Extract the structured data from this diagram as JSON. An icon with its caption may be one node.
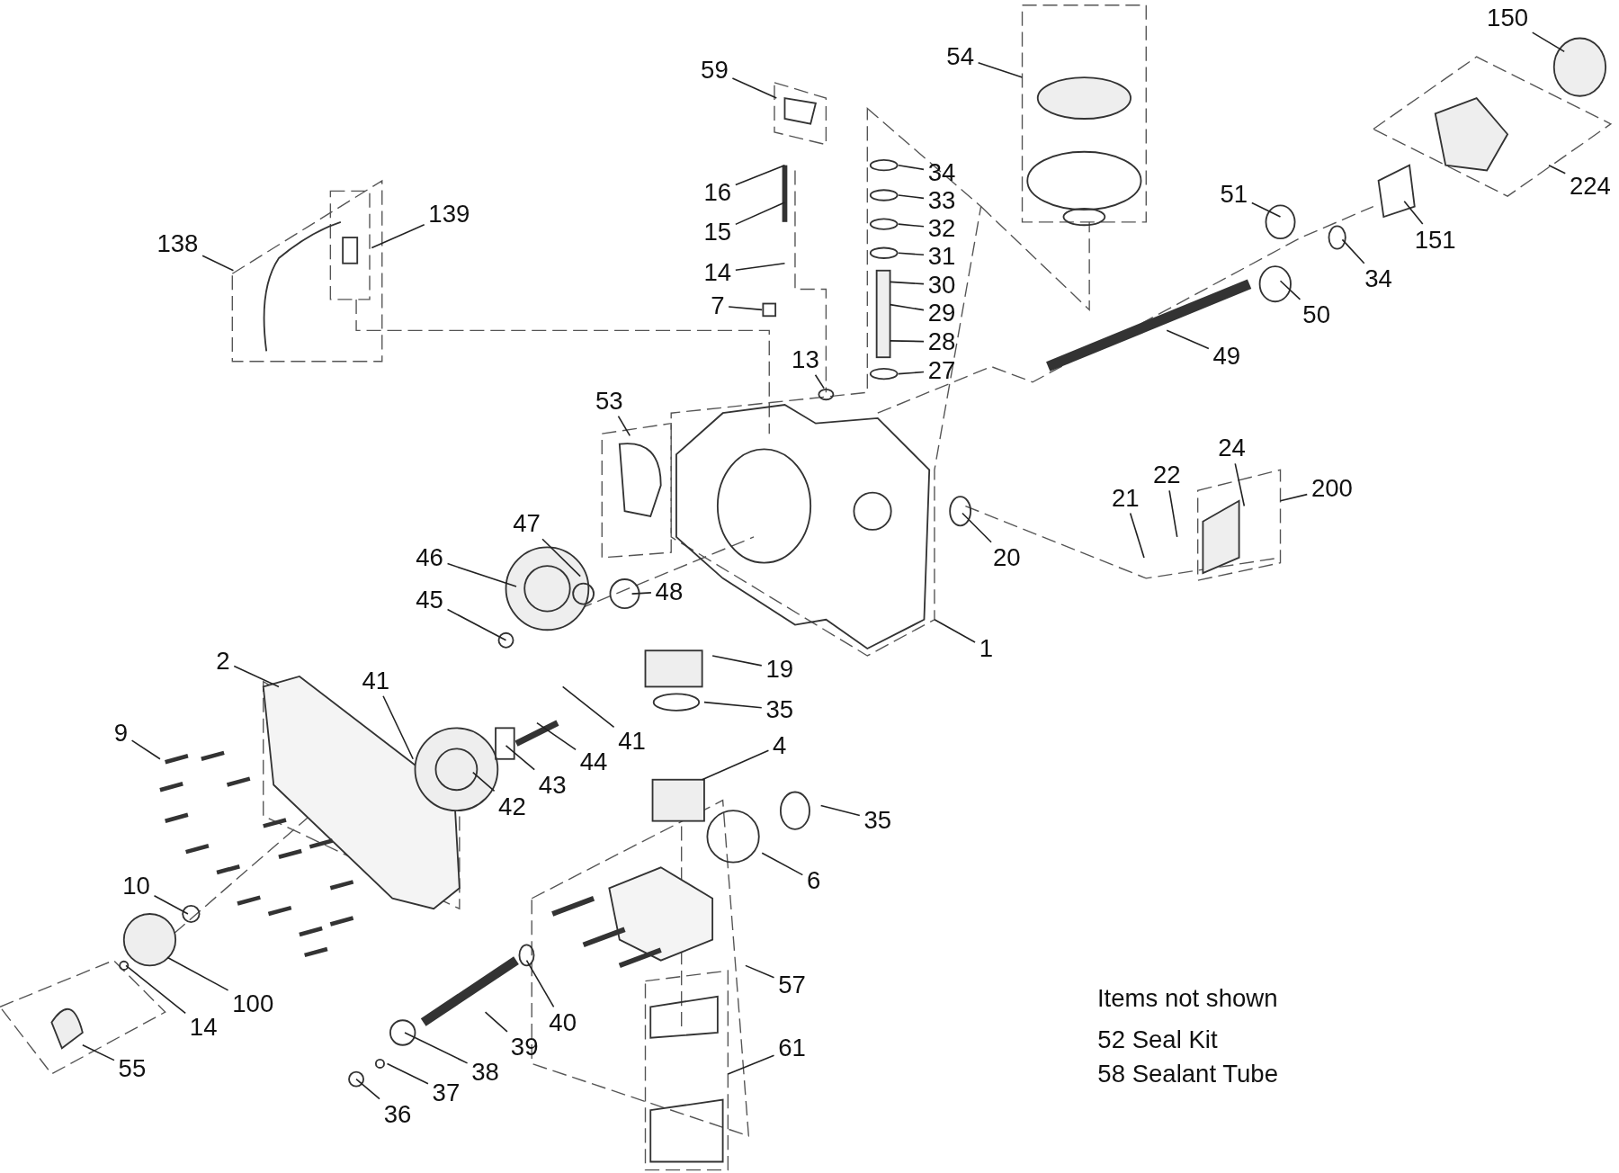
{
  "diagram": {
    "nodes": [
      {
        "text": [
          "150"
        ]
      },
      {
        "text": [
          "54"
        ]
      },
      {
        "text": [
          "59"
        ]
      },
      {
        "text": [
          "224"
        ]
      },
      {
        "text": [
          "139"
        ]
      },
      {
        "text": [
          "138"
        ]
      },
      {
        "text": [
          "34"
        ]
      },
      {
        "text": [
          "33"
        ]
      },
      {
        "text": [
          "32"
        ]
      },
      {
        "text": [
          "31"
        ]
      },
      {
        "text": [
          "30"
        ]
      },
      {
        "text": [
          "29"
        ]
      },
      {
        "text": [
          "28"
        ]
      },
      {
        "text": [
          "27"
        ]
      },
      {
        "text": [
          "16"
        ]
      },
      {
        "text": [
          "15"
        ]
      },
      {
        "text": [
          "14"
        ]
      },
      {
        "text": [
          "7"
        ]
      },
      {
        "text": [
          "13"
        ]
      },
      {
        "text": [
          "51"
        ]
      },
      {
        "text": [
          "151"
        ]
      },
      {
        "text": [
          "34"
        ]
      },
      {
        "text": [
          "50"
        ]
      },
      {
        "text": [
          "49"
        ]
      },
      {
        "text": [
          "53"
        ]
      },
      {
        "text": [
          "24"
        ]
      },
      {
        "text": [
          "22"
        ]
      },
      {
        "text": [
          "21"
        ]
      },
      {
        "text": [
          "200"
        ]
      },
      {
        "text": [
          "20"
        ]
      },
      {
        "text": [
          "47"
        ]
      },
      {
        "text": [
          "46"
        ]
      },
      {
        "text": [
          "48"
        ]
      },
      {
        "text": [
          "45"
        ]
      },
      {
        "text": [
          "1"
        ]
      },
      {
        "text": [
          "2"
        ]
      },
      {
        "text": [
          "41"
        ]
      },
      {
        "text": [
          "19"
        ]
      },
      {
        "text": [
          "41"
        ]
      },
      {
        "text": [
          "35"
        ]
      },
      {
        "text": [
          "9"
        ]
      },
      {
        "text": [
          "4"
        ]
      },
      {
        "text": [
          "44"
        ]
      },
      {
        "text": [
          "43"
        ]
      },
      {
        "text": [
          "42"
        ]
      },
      {
        "text": [
          "35"
        ]
      },
      {
        "text": [
          "6"
        ]
      },
      {
        "text": [
          "10"
        ]
      },
      {
        "text": [
          "57"
        ]
      },
      {
        "text": [
          "100"
        ]
      },
      {
        "text": [
          "14"
        ]
      },
      {
        "text": [
          "40"
        ]
      },
      {
        "text": [
          "61"
        ]
      },
      {
        "text": [
          "39"
        ]
      },
      {
        "text": [
          "55"
        ]
      },
      {
        "text": [
          "38"
        ]
      },
      {
        "text": [
          "37"
        ]
      },
      {
        "text": [
          "36"
        ]
      }
    ],
    "edges": [
      {
        "from": 0,
        "to": null,
        "arrow": "none"
      },
      {
        "from": 1,
        "to": null,
        "arrow": "none"
      },
      {
        "from": 2,
        "to": null,
        "arrow": "none"
      },
      {
        "from": 3,
        "to": null,
        "arrow": "none"
      },
      {
        "from": 4,
        "to": null,
        "arrow": "none"
      },
      {
        "from": 5,
        "to": null,
        "arrow": "none"
      },
      {
        "from": 6,
        "to": null,
        "arrow": "none"
      },
      {
        "from": 7,
        "to": null,
        "arrow": "none"
      },
      {
        "from": 8,
        "to": null,
        "arrow": "none"
      },
      {
        "from": 9,
        "to": null,
        "arrow": "none"
      },
      {
        "from": 10,
        "to": null,
        "arrow": "none"
      },
      {
        "from": 11,
        "to": null,
        "arrow": "none"
      },
      {
        "from": 12,
        "to": null,
        "arrow": "none"
      },
      {
        "from": 13,
        "to": null,
        "arrow": "none"
      },
      {
        "from": 14,
        "to": null,
        "arrow": "none"
      },
      {
        "from": 15,
        "to": null,
        "arrow": "none"
      },
      {
        "from": 16,
        "to": null,
        "arrow": "none"
      },
      {
        "from": 17,
        "to": null,
        "arrow": "none"
      },
      {
        "from": 18,
        "to": null,
        "arrow": "none"
      },
      {
        "from": 19,
        "to": null,
        "arrow": "none"
      },
      {
        "from": 20,
        "to": null,
        "arrow": "none"
      },
      {
        "from": 21,
        "to": null,
        "arrow": "none"
      },
      {
        "from": 22,
        "to": null,
        "arrow": "none"
      },
      {
        "from": 23,
        "to": null,
        "arrow": "none"
      },
      {
        "from": 24,
        "to": null,
        "arrow": "none"
      },
      {
        "from": 25,
        "to": null,
        "arrow": "none"
      },
      {
        "from": 26,
        "to": null,
        "arrow": "none"
      },
      {
        "from": 27,
        "to": null,
        "arrow": "none"
      },
      {
        "from": 28,
        "to": null,
        "arrow": "none"
      },
      {
        "from": 29,
        "to": null,
        "arrow": "none"
      },
      {
        "from": 30,
        "to": null,
        "arrow": "none"
      },
      {
        "from": 31,
        "to": null,
        "arrow": "none"
      },
      {
        "from": 32,
        "to": null,
        "arrow": "none"
      },
      {
        "from": 33,
        "to": null,
        "arrow": "none"
      },
      {
        "from": 34,
        "to": null,
        "arrow": "none"
      },
      {
        "from": 35,
        "to": null,
        "arrow": "none"
      },
      {
        "from": 36,
        "to": null,
        "arrow": "none"
      },
      {
        "from": 37,
        "to": null,
        "arrow": "none"
      },
      {
        "from": 38,
        "to": null,
        "arrow": "none"
      },
      {
        "from": 39,
        "to": null,
        "arrow": "none"
      },
      {
        "from": 40,
        "to": null,
        "arrow": "none"
      },
      {
        "from": 41,
        "to": null,
        "arrow": "none"
      },
      {
        "from": 42,
        "to": null,
        "arrow": "none"
      },
      {
        "from": 43,
        "to": null,
        "arrow": "none"
      },
      {
        "from": 44,
        "to": null,
        "arrow": "none"
      },
      {
        "from": 45,
        "to": null,
        "arrow": "none"
      },
      {
        "from": 46,
        "to": null,
        "arrow": "none"
      },
      {
        "from": 47,
        "to": null,
        "arrow": "none"
      },
      {
        "from": 48,
        "to": null,
        "arrow": "none"
      },
      {
        "from": 49,
        "to": null,
        "arrow": "none"
      },
      {
        "from": 50,
        "to": null,
        "arrow": "none"
      },
      {
        "from": 51,
        "to": null,
        "arrow": "none"
      },
      {
        "from": 52,
        "to": null,
        "arrow": "none"
      },
      {
        "from": 53,
        "to": null,
        "arrow": "none"
      },
      {
        "from": 54,
        "to": null,
        "arrow": "none"
      },
      {
        "from": 55,
        "to": null,
        "arrow": "none"
      },
      {
        "from": 56,
        "to": null,
        "arrow": "none"
      },
      {
        "from": 57,
        "to": null,
        "arrow": "none"
      }
    ],
    "labels": [
      "Items not shown",
      "52 Seal Kit",
      "58 Sealant Tube"
    ]
  }
}
